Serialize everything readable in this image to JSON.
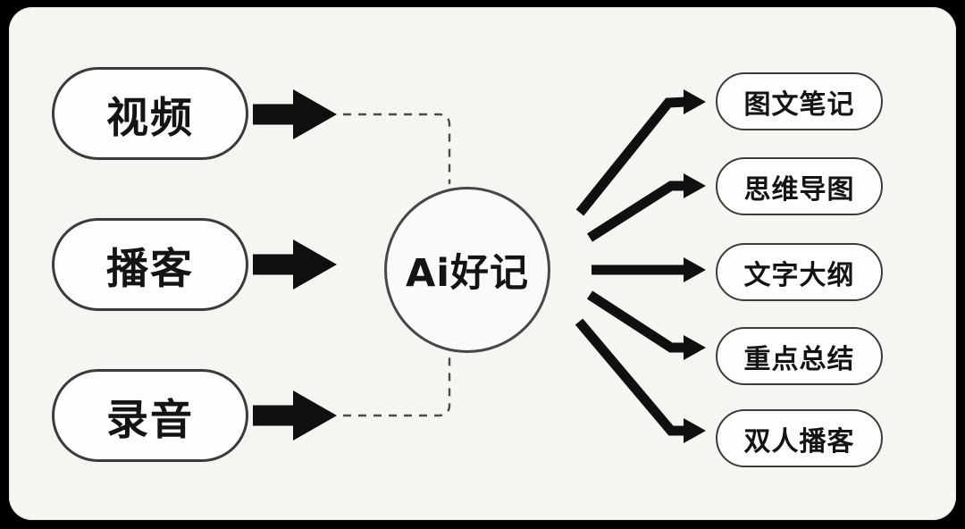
{
  "diagram": {
    "center": {
      "label": "Ai好记"
    },
    "inputs": [
      {
        "label": "视频"
      },
      {
        "label": "播客"
      },
      {
        "label": "录音"
      }
    ],
    "outputs": [
      {
        "label": "图文笔记"
      },
      {
        "label": "思维导图"
      },
      {
        "label": "文字大纲"
      },
      {
        "label": "重点总结"
      },
      {
        "label": "双人播客"
      }
    ],
    "colors": {
      "frame": "#000000",
      "canvas": "#f7f5f2",
      "node_fill": "#fdfdfb",
      "node_border": "#3b3b3b",
      "arrow": "#101010",
      "dashed_line": "#4a4a4a",
      "text": "#141414"
    }
  }
}
